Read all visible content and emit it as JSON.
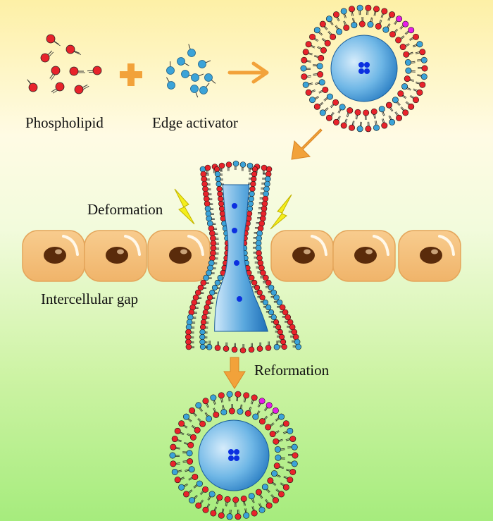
{
  "labels": {
    "phospholipid": "Phospholipid",
    "edge_activator": "Edge activator",
    "deformation": "Deformation",
    "intercellular_gap": "Intercellular gap",
    "reformation": "Reformation"
  },
  "colors": {
    "phospholipid_head": "#e8232b",
    "edge_activator_head": "#3ba3d8",
    "minor_head": "#e61ee6",
    "core_dark": "#1f74bd",
    "core_light": "#d6ecfb",
    "drug": "#0b2fe0",
    "arrow": "#f2a23a",
    "cell_fill": "#f6c27f",
    "cell_border": "#e4a55a",
    "nucleus": "#5a2b0b",
    "lightning": "#f4ee1c"
  },
  "icons": {
    "plus": "plus-icon",
    "right_arrow": "right-arrow-icon",
    "diagonal_arrow": "diagonal-arrow-icon",
    "down_arrow": "down-arrow-icon",
    "lightning_left": "lightning-bolt-icon",
    "lightning_right": "lightning-bolt-icon"
  }
}
